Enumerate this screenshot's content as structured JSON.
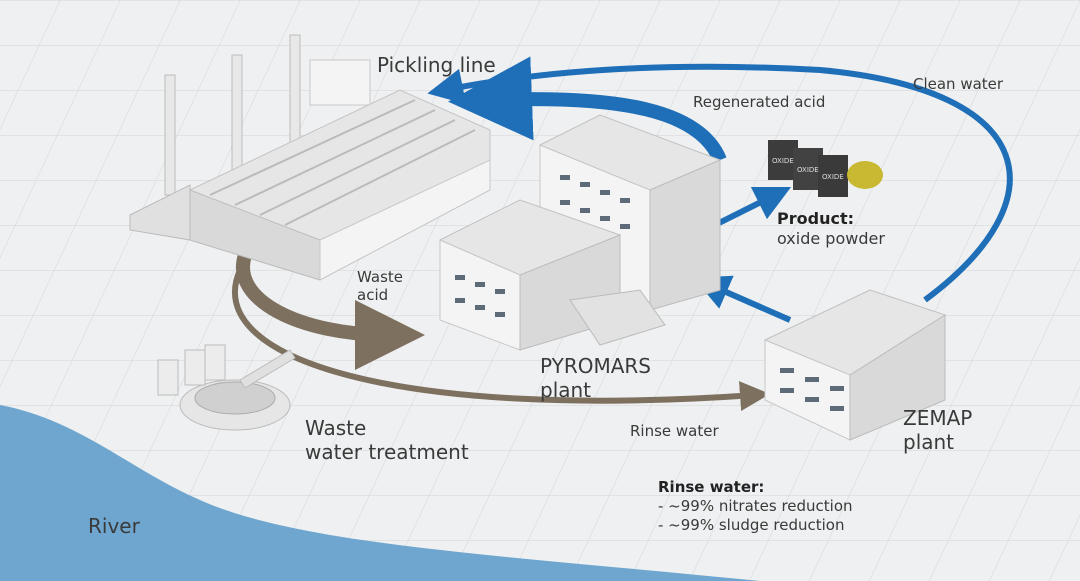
{
  "labels": {
    "pickling_line": "Pickling line",
    "clean_water": "Clean water",
    "regenerated_acid": "Regenerated acid",
    "product_title": "Product:",
    "product_desc": "oxide powder",
    "waste_acid_1": "Waste",
    "waste_acid_2": "acid",
    "pyromars_1": "PYROMARS",
    "pyromars_2": "plant",
    "zemap_1": "ZEMAP",
    "zemap_2": "plant",
    "wwt_1": "Waste",
    "wwt_2": "water treatment",
    "rinse_water": "Rinse water",
    "river": "River",
    "note_title": "Rinse water:",
    "note_line1": "- ~99% nitrates reduction",
    "note_line2": "- ~99% sludge reduction",
    "bag_text": "OXIDE"
  },
  "colors": {
    "blue_flow": "#1f6fb8",
    "brown_flow": "#7e705f",
    "river": "#6fa6cf"
  }
}
